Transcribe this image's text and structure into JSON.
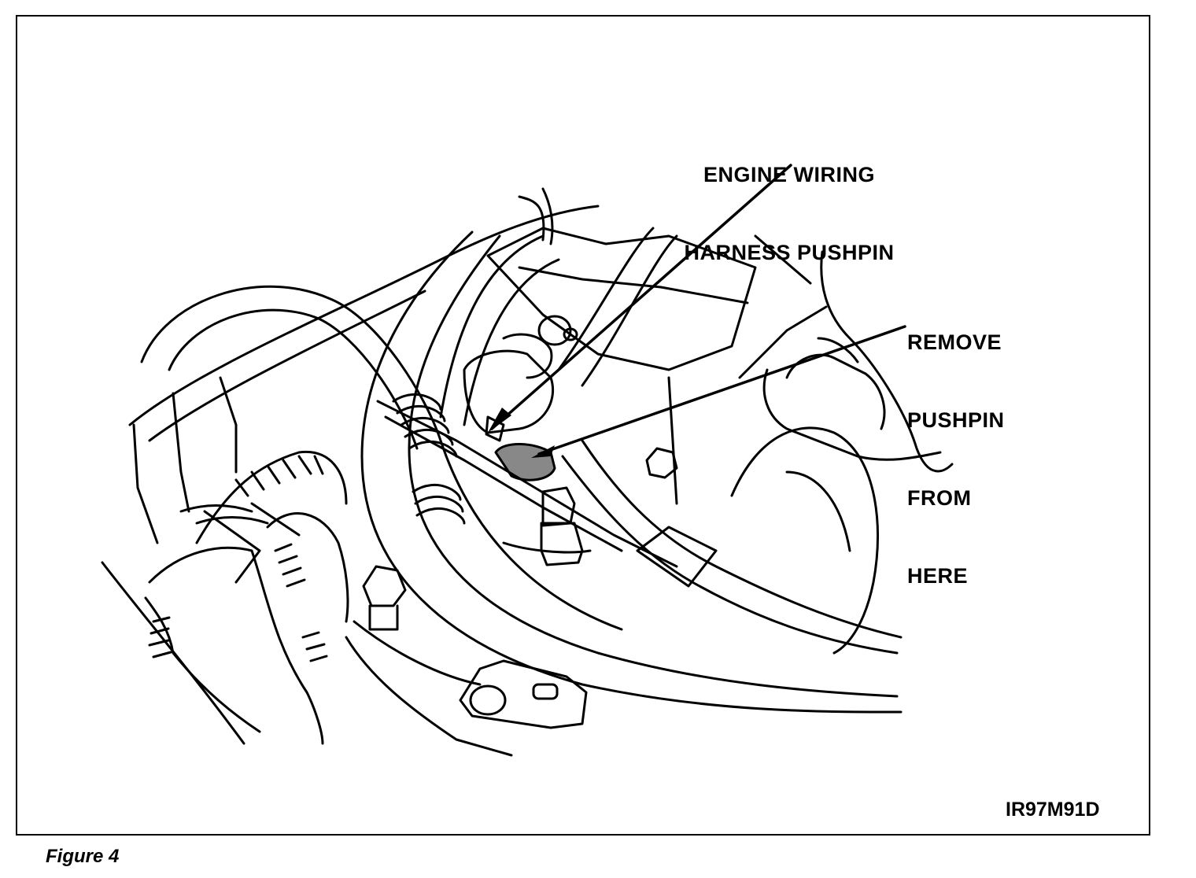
{
  "callouts": {
    "harness_pushpin": [
      "ENGINE WIRING",
      "HARNESS PUSHPIN"
    ],
    "remove_pushpin": [
      "REMOVE",
      "PUSHPIN",
      "FROM",
      "HERE"
    ]
  },
  "illustration_code": "IR97M91D",
  "caption": "Figure 4"
}
